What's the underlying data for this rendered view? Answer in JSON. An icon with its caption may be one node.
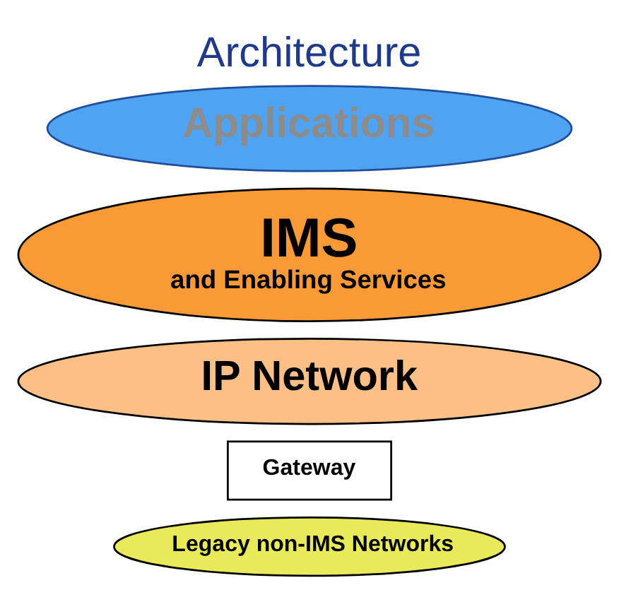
{
  "diagram": {
    "title": "Architecture",
    "nodes": [
      {
        "text": [
          "Applications"
        ]
      },
      {
        "text": [
          "IMS",
          "and Enabling Services"
        ]
      },
      {
        "text": [
          "IP Network"
        ]
      },
      {
        "text": [
          "Gateway"
        ]
      },
      {
        "text": [
          "Legacy non-IMS Networks"
        ]
      }
    ],
    "edges": []
  }
}
